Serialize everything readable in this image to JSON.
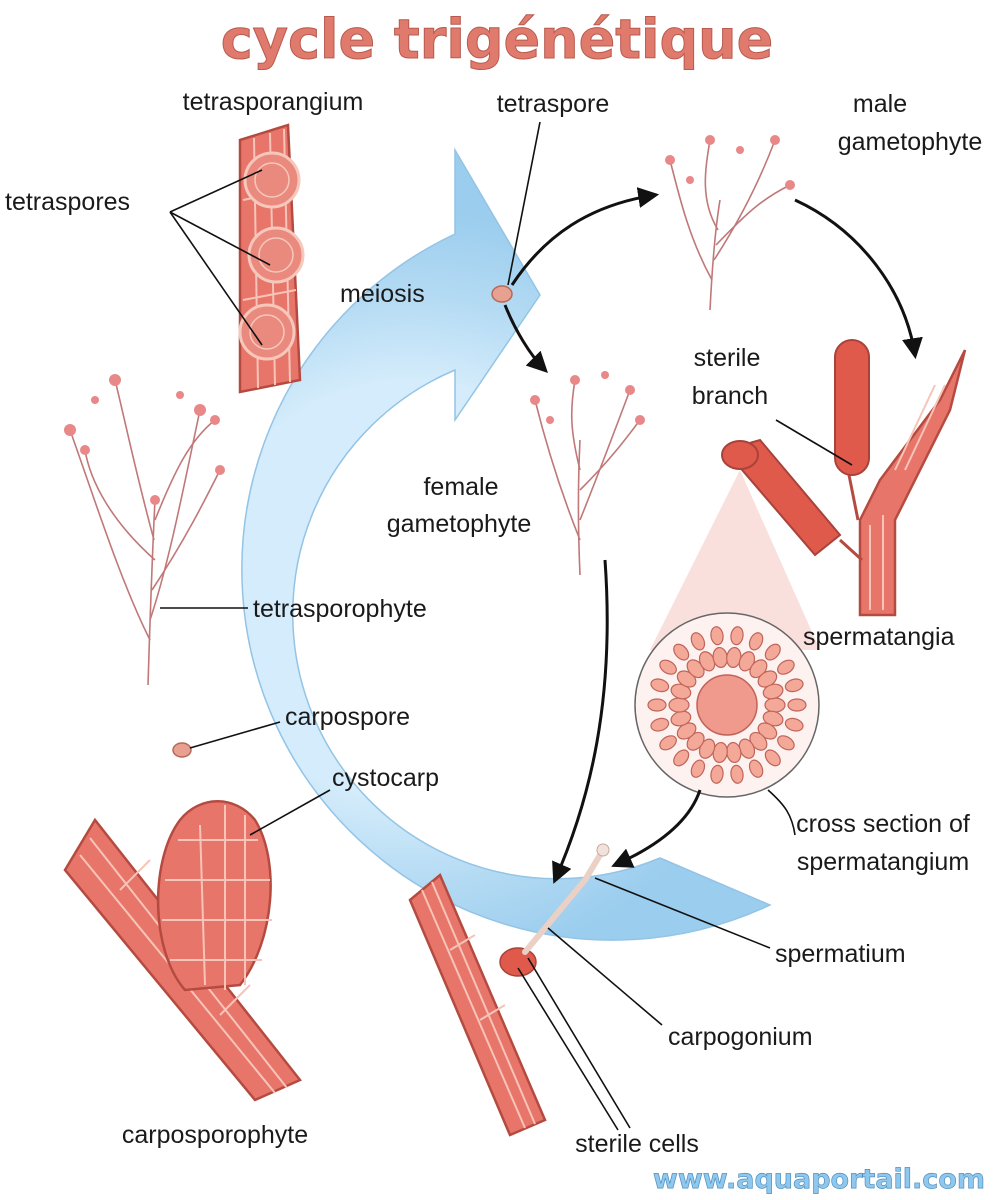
{
  "diagram": {
    "title": "cycle trigénétique",
    "watermark": "www.aquaportail.com",
    "labels": {
      "tetrasporangium": "tetrasporangium",
      "tetraspores": "tetraspores",
      "tetraspore": "tetraspore",
      "male_line1": "male",
      "male_line2": "gametophyte",
      "meiosis": "meiosis",
      "sterile_line1": "sterile",
      "sterile_line2": "branch",
      "female_line1": "female",
      "female_line2": "gametophyte",
      "tetrasporophyte": "tetrasporophyte",
      "spermatangia": "spermatangia",
      "carpospore": "carpospore",
      "cystocarp": "cystocarp",
      "cross_line1": "cross section of",
      "cross_line2": "spermatangium",
      "spermatium": "spermatium",
      "carpogonium": "carpogonium",
      "carposporophyte": "carposporophyte",
      "sterile_cells": "sterile cells"
    },
    "colors": {
      "cycle_arrow": "#a9d4f0",
      "tissue": "#e8756a",
      "tissue_outline": "#b54b40",
      "title": "#e07a6c",
      "watermark": "#8fc8ee"
    }
  }
}
